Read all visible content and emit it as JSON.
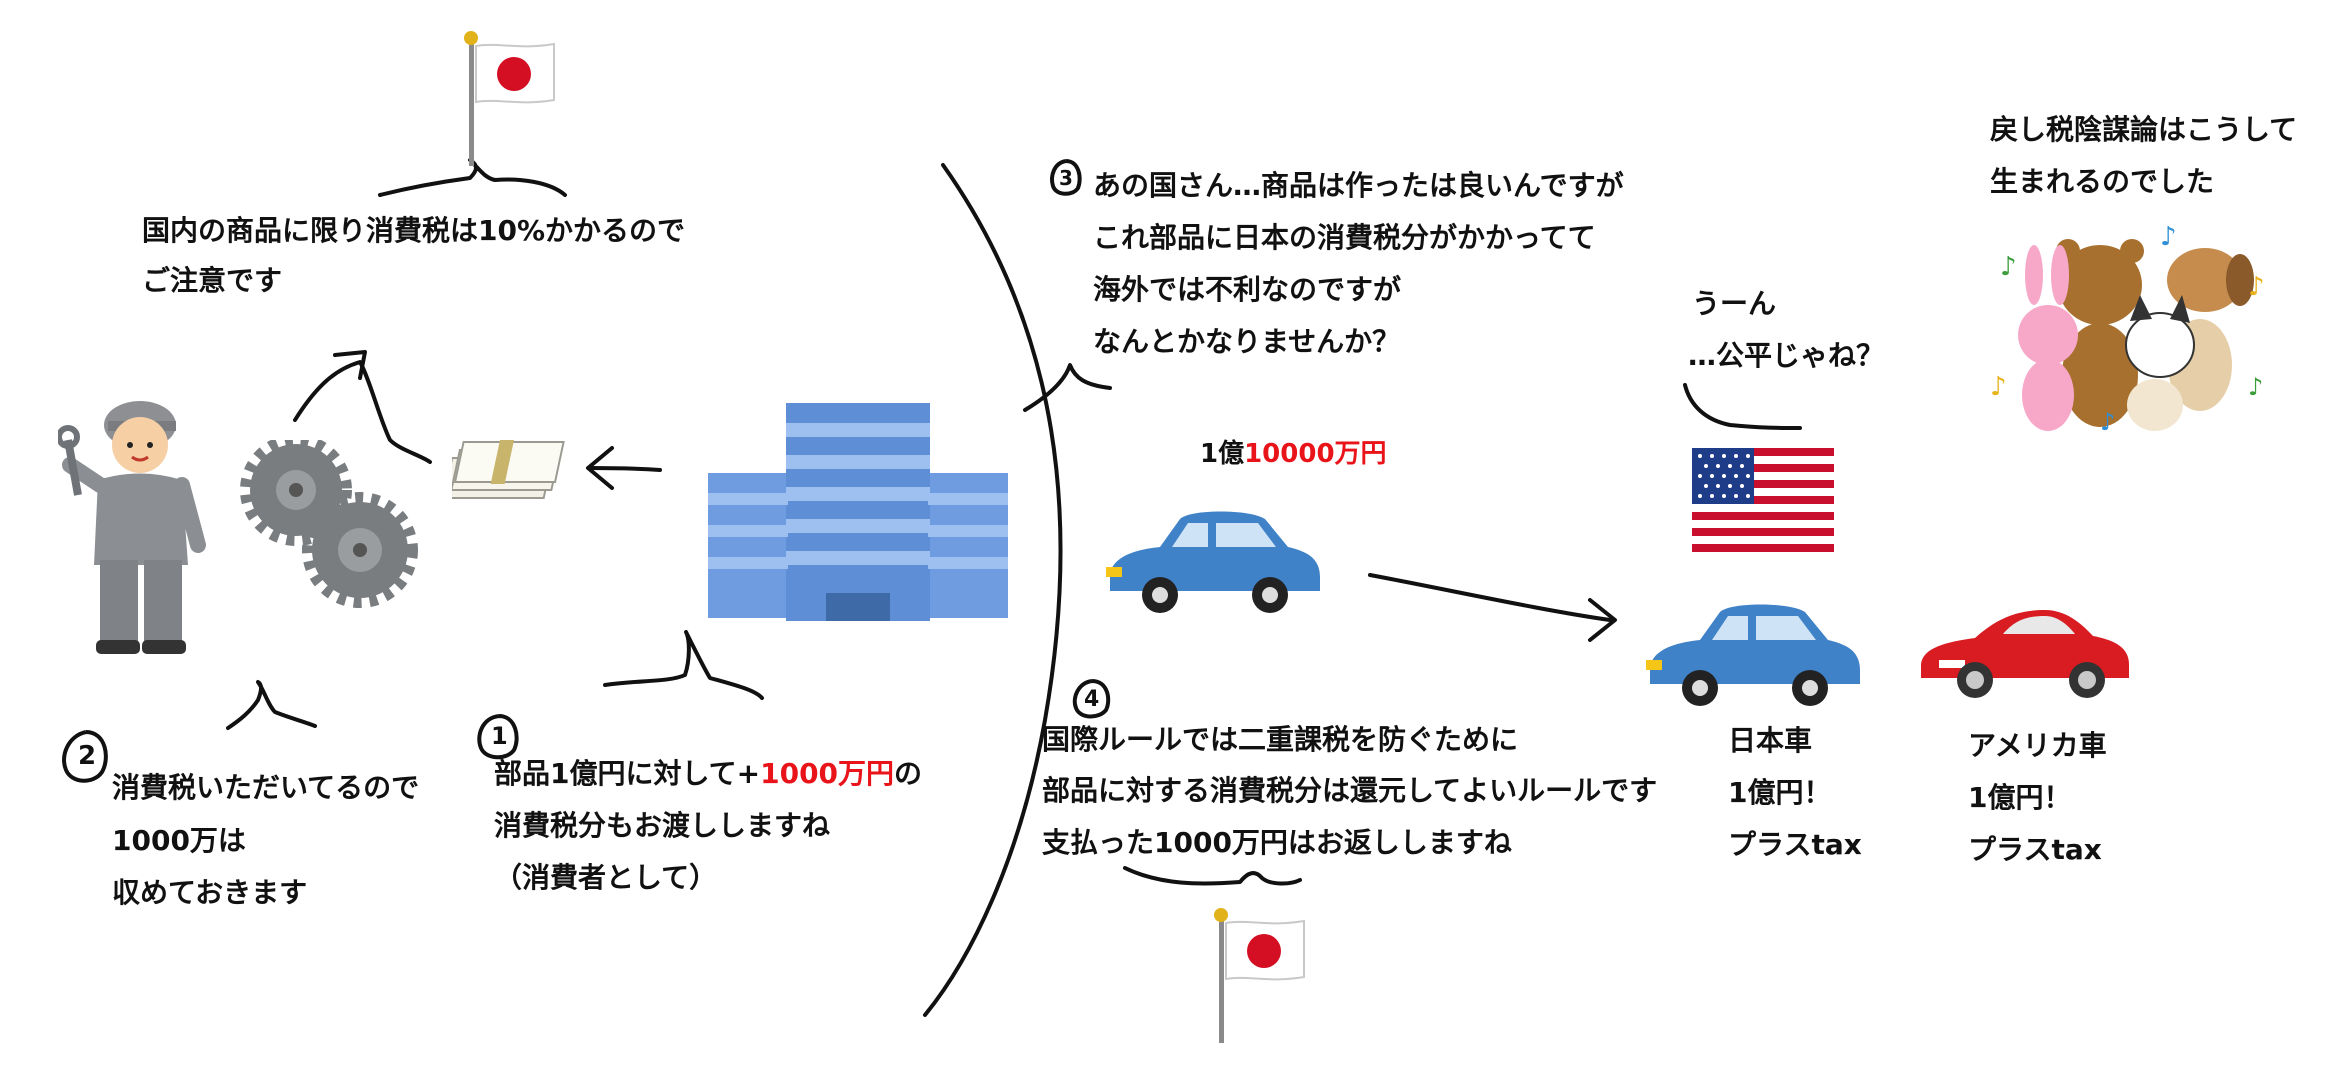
{
  "colors": {
    "accent_red": "#e8141a",
    "ink": "#111111",
    "flag_red": "#d40f24",
    "building_blue": "#5e8fd6",
    "car_blue": "#3f82c8"
  },
  "icons": [
    "japan-flag-icon",
    "worker-icon",
    "gears-icon",
    "money-icon",
    "building-icon",
    "car-icon",
    "us-flag-icon",
    "sports-car-icon",
    "animals-icon"
  ],
  "left": {
    "tax_notice": [
      "国内の商品に限り消費税は10%かかるので",
      "ご注意です"
    ],
    "step2": {
      "number": "2",
      "lines": [
        "消費税いただいてるので",
        "1000万は",
        "収めておきます"
      ]
    },
    "step1": {
      "number": "1",
      "line1_pre": "部品1億円に対して+",
      "line1_red": "1000万円",
      "line1_post": "の",
      "line2": "消費税分もお渡ししますね",
      "line3": "（消費者として）"
    }
  },
  "right": {
    "step3": {
      "number": "3",
      "lines": [
        "あの国さん…商品は作ったは良いんですが",
        "これ部品に日本の消費税分がかかってて",
        "海外では不利なのですが",
        "なんとかなりませんか？"
      ]
    },
    "price": {
      "black": "1億",
      "red": "10000万円"
    },
    "us_reply": [
      "うーん",
      "…公平じゃね？"
    ],
    "conclusion": [
      "戻し税陰謀論はこうして",
      "生まれるのでした"
    ],
    "step4": {
      "number": "4",
      "lines": [
        "国際ルールでは二重課税を防ぐために",
        "部品に対する消費税分は還元してよいルールです",
        "支払った1000万円はお返ししますね"
      ]
    },
    "japan_car": [
      "日本車",
      "1億円！",
      "プラスtax"
    ],
    "us_car": [
      "アメリカ車",
      "1億円！",
      "プラスtax"
    ]
  }
}
